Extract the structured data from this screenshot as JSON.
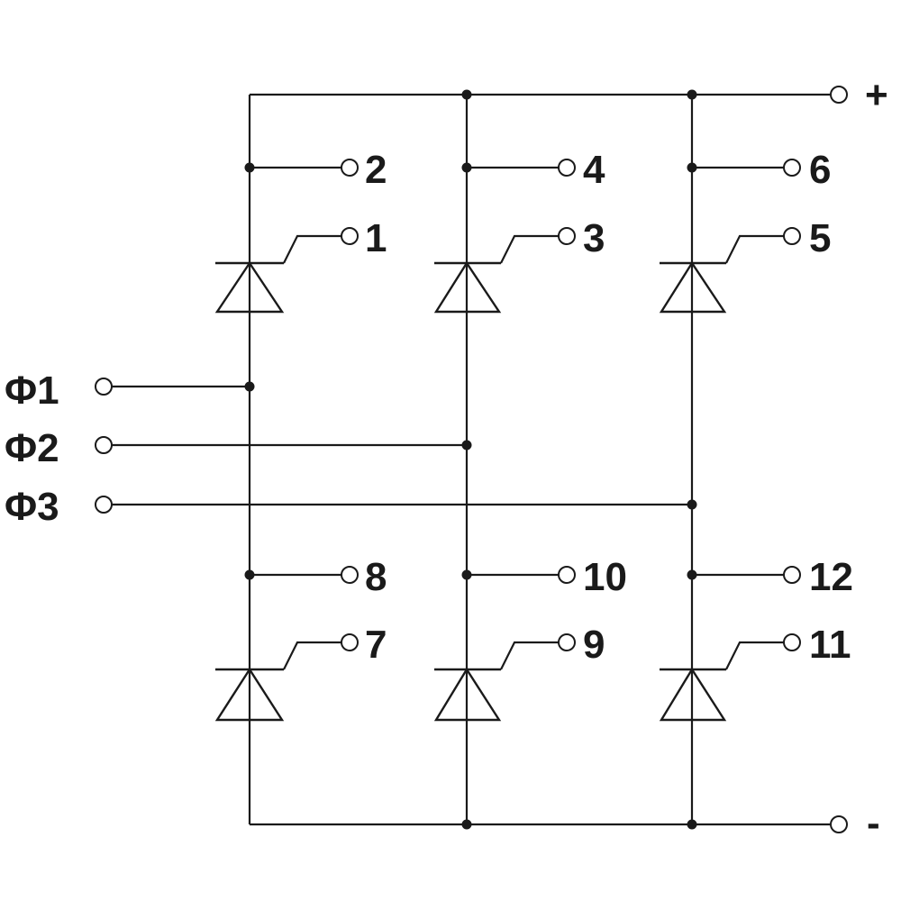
{
  "terminals": {
    "plus": "+",
    "minus": "-",
    "phase1": "Φ1",
    "phase2": "Φ2",
    "phase3": "Φ3"
  },
  "thyristors": [
    {
      "cathode_pin": "2",
      "gate_pin": "1"
    },
    {
      "cathode_pin": "4",
      "gate_pin": "3"
    },
    {
      "cathode_pin": "6",
      "gate_pin": "5"
    },
    {
      "cathode_pin": "8",
      "gate_pin": "7"
    },
    {
      "cathode_pin": "10",
      "gate_pin": "9"
    },
    {
      "cathode_pin": "12",
      "gate_pin": "11"
    }
  ],
  "colors": {
    "line": "#1a1a1a",
    "background": "#ffffff"
  }
}
